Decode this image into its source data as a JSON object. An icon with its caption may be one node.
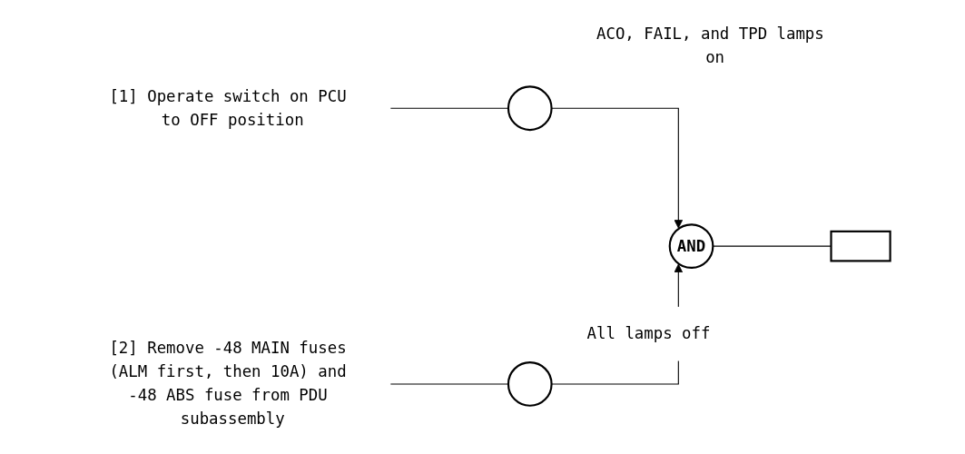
{
  "diagram": {
    "nodes": [
      {
        "text": [
          "[1] Operate switch on PCU to OFF position"
        ]
      },
      {
        "text": [],
        "shape": "circle",
        "beside": [
          "ACO, FAIL, and TPD lamps on"
        ]
      },
      {
        "text": [
          "[2] Remove -48 MAIN fuses (ALM first, then 10A) and -48 ABS fuse from PDU subassembly"
        ]
      },
      {
        "text": [],
        "shape": "circle",
        "beside": [
          "All lamps off"
        ]
      },
      {
        "text": [
          "AND"
        ]
      },
      {
        "text": [],
        "shape": "box"
      }
    ],
    "edges": [
      {
        "from": 0,
        "to": 1,
        "arrow": "none"
      },
      {
        "from": 1,
        "to": 4,
        "arrow": "to"
      },
      {
        "from": 2,
        "to": 3,
        "arrow": "none"
      },
      {
        "from": 3,
        "to": 4,
        "arrow": "to"
      },
      {
        "from": 4,
        "to": 5,
        "arrow": "none"
      }
    ]
  }
}
